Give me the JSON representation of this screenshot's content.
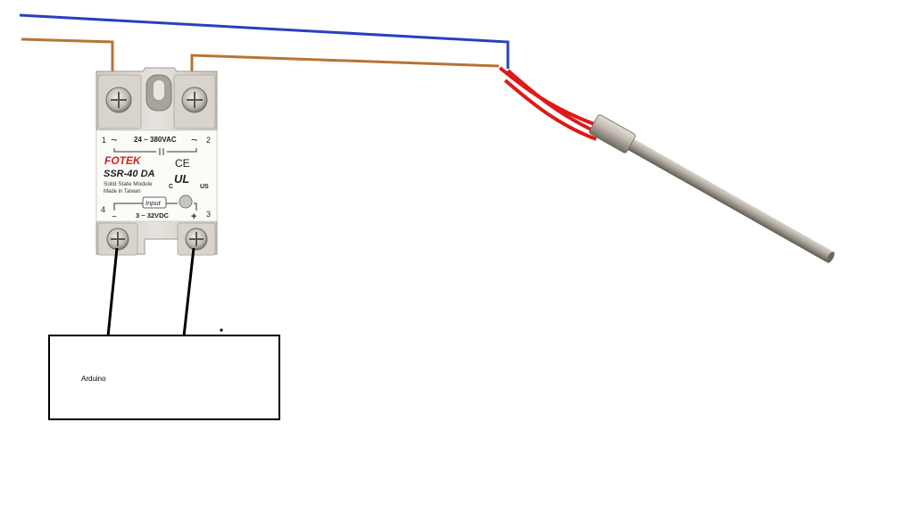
{
  "relay": {
    "brand": "FOTEK",
    "model": "SSR-40 DA",
    "subtitle": "Solid State Module",
    "made_in": "Made in Taiwan",
    "ac_range": "24 ~ 380VAC",
    "dc_range": "3 ~ 32VDC",
    "input_label": "Input",
    "terminal_1": "1",
    "terminal_2": "2",
    "terminal_3": "3",
    "terminal_4": "4",
    "tilde_left": "~",
    "tilde_right": "~",
    "minus": "−",
    "plus": "+",
    "ce_mark": "CE",
    "ul_mark": "UL",
    "ul_c": "C",
    "ul_us": "US"
  },
  "arduino": {
    "label": "Arduino"
  },
  "colors": {
    "neutral_wire": "#2a3fc0",
    "live_wire": "#b87333",
    "signal_wire": "#000000",
    "heater_leads": "#e01818",
    "brand_red": "#d42020"
  }
}
